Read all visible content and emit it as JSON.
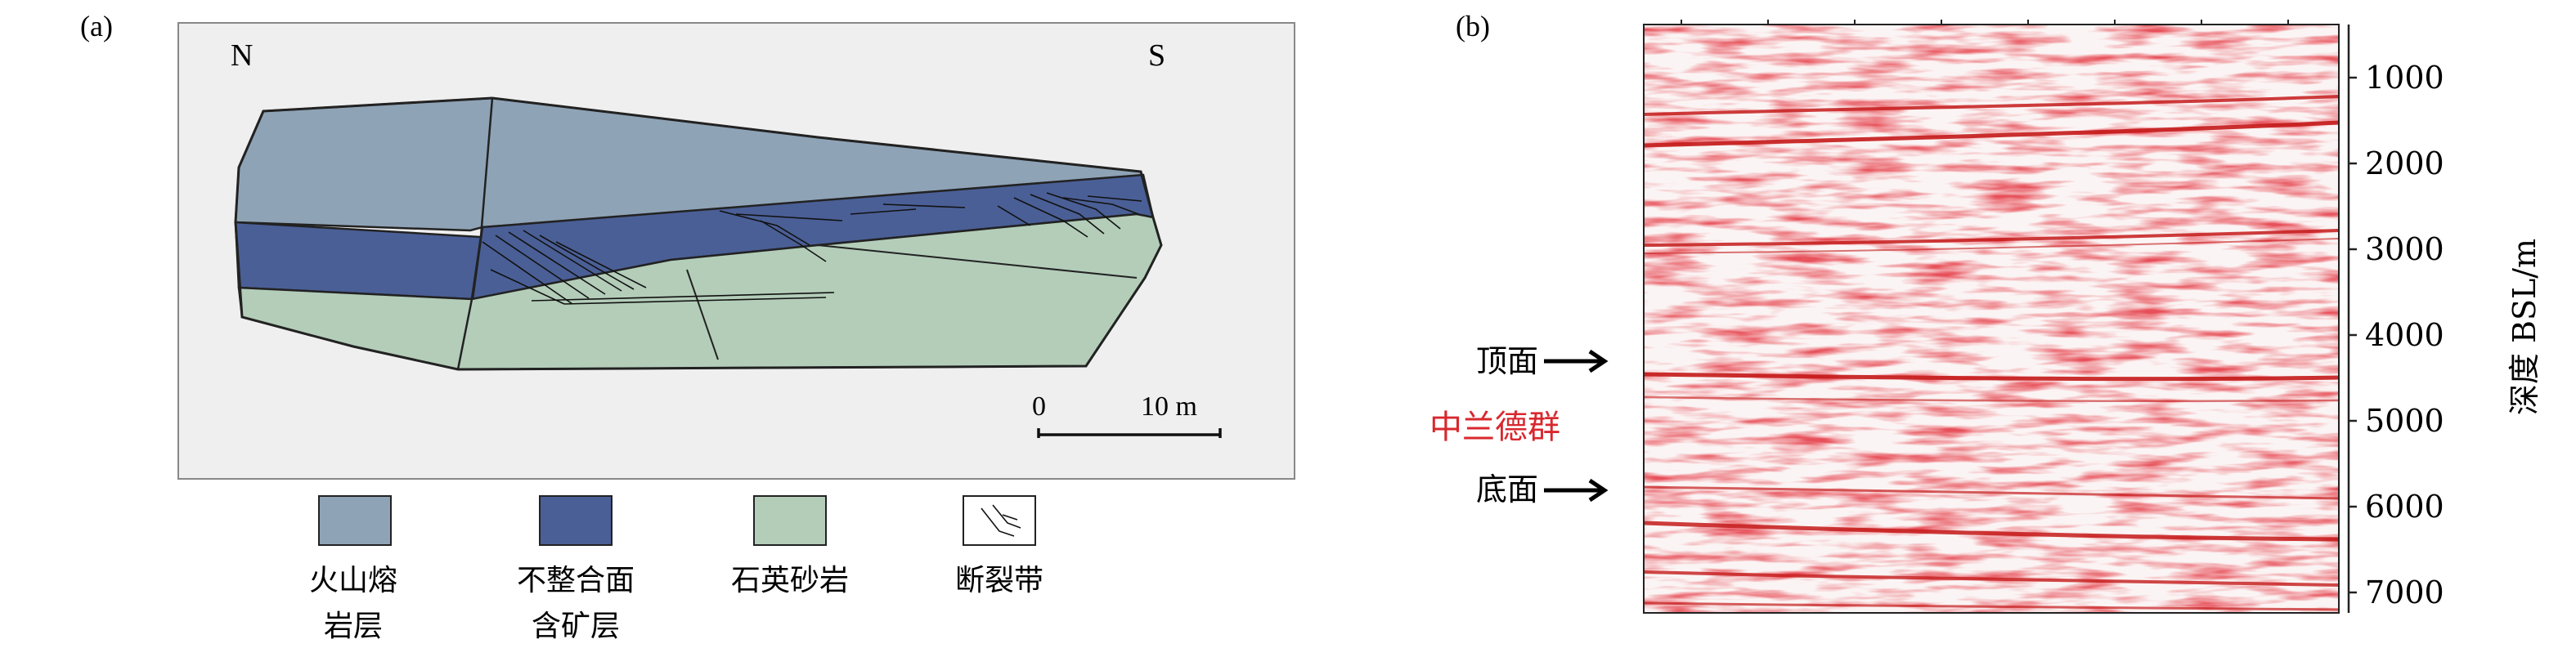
{
  "panel_a": {
    "label": "(a)",
    "north": "N",
    "south": "S",
    "scale_start": "0",
    "scale_end": "10 m",
    "legend": [
      {
        "label_line1": "火山熔",
        "label_line2": "岩层",
        "color": "#8fa3b6"
      },
      {
        "label_line1": "不整合面",
        "label_line2": "含矿层",
        "color": "#4a5f96"
      },
      {
        "label_line1": "石英砂岩",
        "label_line2": "",
        "color": "#b3cdb9"
      },
      {
        "label_line1": "断裂带",
        "label_line2": "",
        "color": "#ffffff"
      }
    ]
  },
  "panel_b": {
    "label": "(b)",
    "axis_label": "深度 BSL/m",
    "ticks": [
      "1000",
      "2000",
      "3000",
      "4000",
      "5000",
      "6000",
      "7000"
    ],
    "top_marker": "顶面",
    "group_name": "中兰德群",
    "bottom_marker": "底面",
    "group_color": "#d8282e",
    "reflector_color": "#c41a1a"
  }
}
